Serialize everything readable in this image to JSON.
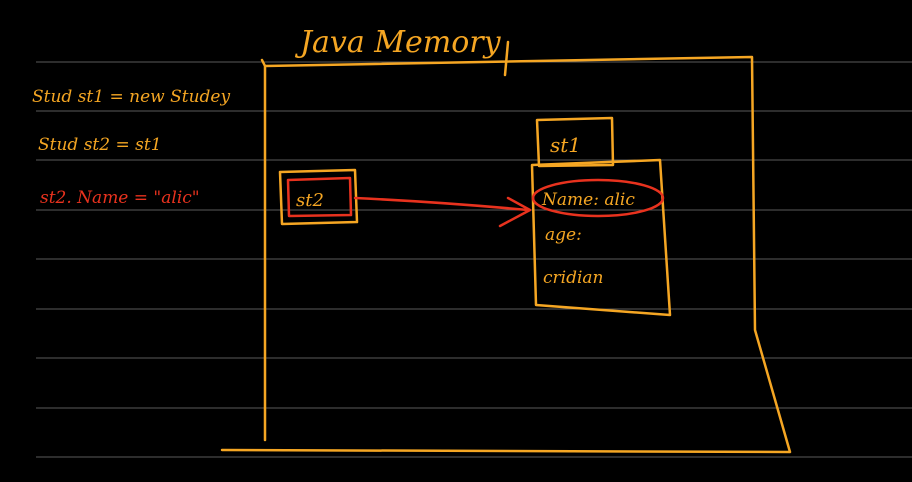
{
  "colors": {
    "background": "#000000",
    "ruled_line": "#5a5a5a",
    "ink_orange": "#f5a623",
    "ink_red": "#e8321e"
  },
  "title": "Java Memory",
  "code_lines": [
    {
      "text": "Stud st1 = new Studey",
      "color": "ink_orange"
    },
    {
      "text": "Stud st2 = st1",
      "color": "ink_orange"
    },
    {
      "text": "st2. Name = \"alic\"",
      "color": "ink_red"
    }
  ],
  "heap": {
    "reference": {
      "label": "st2"
    },
    "object": {
      "header": "st1",
      "fields": [
        {
          "label": "Name: alic",
          "highlighted": true
        },
        {
          "label": "age:",
          "highlighted": false
        },
        {
          "label": "cridian",
          "highlighted": false
        }
      ]
    }
  }
}
